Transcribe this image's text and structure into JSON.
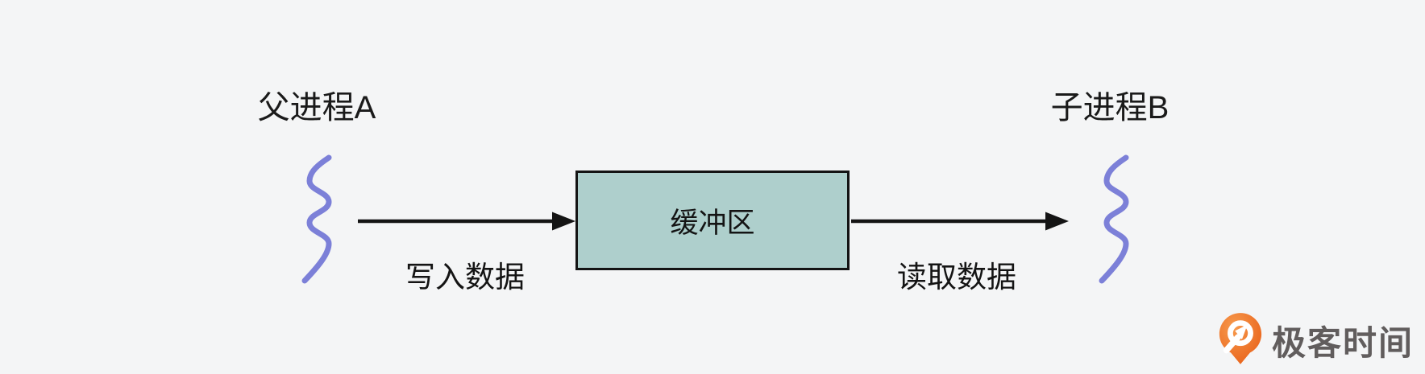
{
  "canvas": {
    "background_color": "#f4f5f6"
  },
  "diagram": {
    "parent_process_label": "父进程A",
    "child_process_label": "子进程B",
    "buffer_box_label": "缓冲区",
    "write_arrow_label": "写入数据",
    "read_arrow_label": "读取数据",
    "icons": {
      "parent_process": "process-squiggle-icon",
      "child_process": "process-squiggle-icon",
      "write_flow": "arrow-right-icon",
      "read_flow": "arrow-right-icon"
    },
    "colors": {
      "buffer_fill": "#aecfcc",
      "buffer_border": "#141414",
      "arrow_black": "#141414",
      "squiggle_purple": "#7c80d8",
      "label_text": "#1a1a1a"
    }
  },
  "watermark": {
    "brand_name": "极客时间",
    "logo_icon": "geektime-logo-icon",
    "colors": {
      "logo_orange": "#ed6a24",
      "brand_text_gray": "#615d5d"
    }
  }
}
